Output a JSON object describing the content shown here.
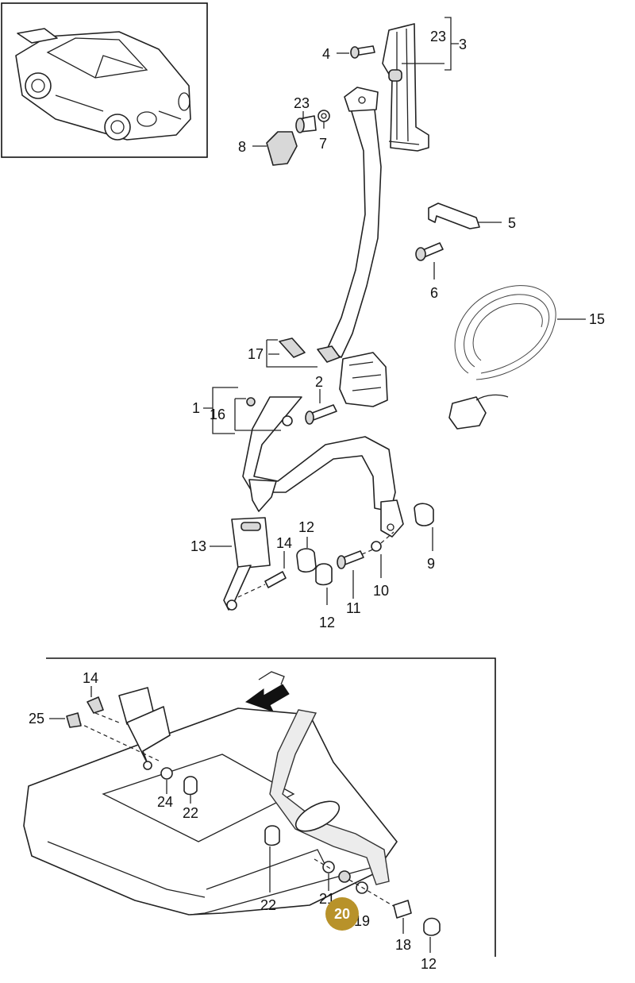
{
  "diagram": {
    "callouts": {
      "c1": "1",
      "c2": "2",
      "c3": "3",
      "c4": "4",
      "c5": "5",
      "c6": "6",
      "c7": "7",
      "c8": "8",
      "c9": "9",
      "c10": "10",
      "c11": "11",
      "c12a": "12",
      "c12b": "12",
      "c12c": "12",
      "c13": "13",
      "c14a": "14",
      "c14b": "14",
      "c15": "15",
      "c16": "16",
      "c17": "17",
      "c18": "18",
      "c19": "19",
      "c20": "20",
      "c21": "21",
      "c22a": "22",
      "c22b": "22",
      "c23a": "23",
      "c23b": "23",
      "c24": "24",
      "c25": "25"
    },
    "highlighted_callout": "20",
    "highlight_color": "#b8922a",
    "line_color": "#222222"
  }
}
